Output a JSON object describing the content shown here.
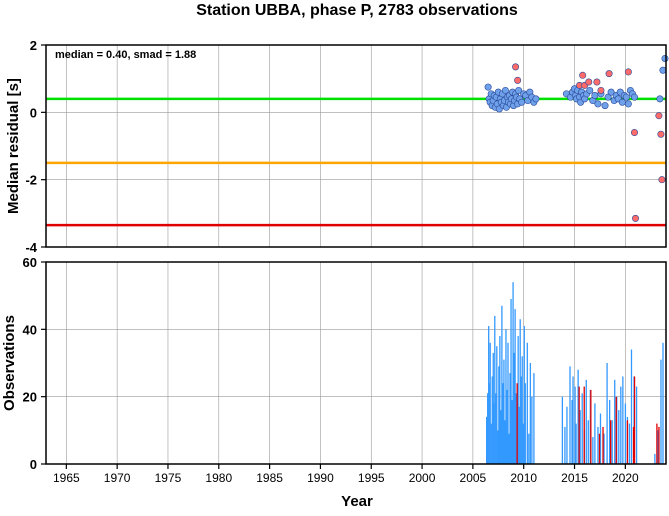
{
  "title": "Station UBBA, phase P, 2783 observations",
  "colors": {
    "median_line": "#00e000",
    "warn_line": "#ffa500",
    "alert_line": "#e00000",
    "point_normal": "#6fa0ea",
    "point_outlier": "#ff6b6b",
    "bar_normal": "#3399ff",
    "bar_outlier": "#e00000",
    "grid": "#9a9a9a"
  },
  "chart_data": [
    {
      "type": "scatter",
      "ylabel": "Median residual [s]",
      "ylim": [
        -4,
        2
      ],
      "yticks": [
        -4,
        -2,
        0,
        2
      ],
      "xlim": [
        1963,
        2024
      ],
      "annotation": "median = 0.40, smad = 1.88",
      "hlines": [
        {
          "role": "median",
          "y": 0.4,
          "color": "#00e000"
        },
        {
          "role": "warning",
          "y": -1.5,
          "color": "#ffa500"
        },
        {
          "role": "alert",
          "y": -3.35,
          "color": "#e00000"
        }
      ],
      "series": [
        {
          "role": "normal",
          "points": [
            [
              2006.5,
              0.75
            ],
            [
              2006.6,
              0.4
            ],
            [
              2006.7,
              0.3
            ],
            [
              2006.8,
              0.55
            ],
            [
              2006.9,
              0.2
            ],
            [
              2007.0,
              0.35
            ],
            [
              2007.1,
              0.5
            ],
            [
              2007.2,
              0.15
            ],
            [
              2007.3,
              0.45
            ],
            [
              2007.4,
              0.25
            ],
            [
              2007.5,
              0.6
            ],
            [
              2007.6,
              0.1
            ],
            [
              2007.7,
              0.4
            ],
            [
              2007.8,
              0.3
            ],
            [
              2007.9,
              0.55
            ],
            [
              2008.0,
              0.2
            ],
            [
              2008.1,
              0.35
            ],
            [
              2008.2,
              0.65
            ],
            [
              2008.3,
              0.15
            ],
            [
              2008.4,
              0.45
            ],
            [
              2008.5,
              0.3
            ],
            [
              2008.6,
              0.5
            ],
            [
              2008.7,
              0.25
            ],
            [
              2008.8,
              0.4
            ],
            [
              2008.9,
              0.6
            ],
            [
              2009.0,
              0.2
            ],
            [
              2009.1,
              0.35
            ],
            [
              2009.2,
              0.55
            ],
            [
              2009.3,
              0.45
            ],
            [
              2009.4,
              0.25
            ],
            [
              2009.5,
              0.65
            ],
            [
              2009.6,
              0.4
            ],
            [
              2009.8,
              0.3
            ],
            [
              2010.0,
              0.55
            ],
            [
              2010.2,
              0.5
            ],
            [
              2010.4,
              0.35
            ],
            [
              2010.6,
              0.6
            ],
            [
              2010.8,
              0.45
            ],
            [
              2011.0,
              0.3
            ],
            [
              2011.2,
              0.4
            ],
            [
              2014.2,
              0.55
            ],
            [
              2014.6,
              0.45
            ],
            [
              2014.8,
              0.6
            ],
            [
              2015.0,
              0.7
            ],
            [
              2015.1,
              0.5
            ],
            [
              2015.2,
              0.4
            ],
            [
              2015.3,
              0.65
            ],
            [
              2015.5,
              0.45
            ],
            [
              2015.6,
              0.3
            ],
            [
              2015.7,
              0.6
            ],
            [
              2015.9,
              0.5
            ],
            [
              2016.0,
              0.4
            ],
            [
              2016.2,
              0.55
            ],
            [
              2016.5,
              0.65
            ],
            [
              2016.8,
              0.35
            ],
            [
              2017.0,
              0.5
            ],
            [
              2017.3,
              0.25
            ],
            [
              2017.6,
              0.55
            ],
            [
              2018.0,
              0.2
            ],
            [
              2018.3,
              0.45
            ],
            [
              2018.6,
              0.6
            ],
            [
              2018.9,
              0.35
            ],
            [
              2019.1,
              0.5
            ],
            [
              2019.3,
              0.4
            ],
            [
              2019.5,
              0.6
            ],
            [
              2019.7,
              0.3
            ],
            [
              2019.9,
              0.5
            ],
            [
              2020.1,
              0.45
            ],
            [
              2020.3,
              0.25
            ],
            [
              2020.5,
              0.65
            ],
            [
              2020.7,
              0.55
            ],
            [
              2020.9,
              0.45
            ],
            [
              2023.4,
              0.4
            ],
            [
              2023.7,
              1.25
            ],
            [
              2023.9,
              1.6
            ]
          ]
        },
        {
          "role": "outlier",
          "points": [
            [
              2009.2,
              1.35
            ],
            [
              2009.4,
              0.95
            ],
            [
              2015.8,
              1.1
            ],
            [
              2015.5,
              0.8
            ],
            [
              2016.0,
              0.8
            ],
            [
              2016.4,
              0.9
            ],
            [
              2017.2,
              0.9
            ],
            [
              2017.6,
              0.65
            ],
            [
              2018.4,
              1.15
            ],
            [
              2020.3,
              1.2
            ],
            [
              2020.9,
              -0.6
            ],
            [
              2021.0,
              -3.15
            ],
            [
              2023.3,
              -0.1
            ],
            [
              2023.5,
              -0.65
            ],
            [
              2023.6,
              -2.0
            ]
          ]
        }
      ]
    },
    {
      "type": "bar",
      "xlabel": "Year",
      "ylabel": "Observations",
      "ylim": [
        0,
        60
      ],
      "yticks": [
        0,
        20,
        40,
        60
      ],
      "xlim": [
        1963,
        2024
      ],
      "xticks": [
        1965,
        1970,
        1975,
        1980,
        1985,
        1990,
        1995,
        2000,
        2005,
        2010,
        2015,
        2020
      ],
      "series": [
        {
          "role": "normal",
          "bars": [
            [
              2006.35,
              14
            ],
            [
              2006.45,
              21
            ],
            [
              2006.55,
              41
            ],
            [
              2006.6,
              24
            ],
            [
              2006.7,
              36
            ],
            [
              2006.8,
              12
            ],
            [
              2006.9,
              26
            ],
            [
              2007.0,
              33
            ],
            [
              2007.05,
              18
            ],
            [
              2007.15,
              44
            ],
            [
              2007.25,
              21
            ],
            [
              2007.35,
              35
            ],
            [
              2007.45,
              10
            ],
            [
              2007.55,
              29
            ],
            [
              2007.65,
              38
            ],
            [
              2007.75,
              16
            ],
            [
              2007.85,
              47
            ],
            [
              2007.95,
              24
            ],
            [
              2008.05,
              31
            ],
            [
              2008.15,
              13
            ],
            [
              2008.25,
              40
            ],
            [
              2008.35,
              22
            ],
            [
              2008.45,
              36
            ],
            [
              2008.55,
              9
            ],
            [
              2008.65,
              27
            ],
            [
              2008.75,
              49
            ],
            [
              2008.85,
              19
            ],
            [
              2008.95,
              54
            ],
            [
              2009.05,
              33
            ],
            [
              2009.15,
              46
            ],
            [
              2009.25,
              21
            ],
            [
              2009.45,
              38
            ],
            [
              2009.55,
              17
            ],
            [
              2009.65,
              43
            ],
            [
              2009.75,
              26
            ],
            [
              2009.85,
              32
            ],
            [
              2009.95,
              12
            ],
            [
              2010.05,
              41
            ],
            [
              2010.15,
              24
            ],
            [
              2010.35,
              36
            ],
            [
              2010.5,
              9
            ],
            [
              2010.65,
              30
            ],
            [
              2010.8,
              20
            ],
            [
              2011.0,
              27
            ],
            [
              2013.8,
              20
            ],
            [
              2014.05,
              11
            ],
            [
              2014.25,
              17
            ],
            [
              2014.55,
              29
            ],
            [
              2014.75,
              19
            ],
            [
              2014.85,
              26
            ],
            [
              2015.05,
              23
            ],
            [
              2015.15,
              12
            ],
            [
              2015.35,
              28
            ],
            [
              2015.55,
              16
            ],
            [
              2015.75,
              21
            ],
            [
              2015.95,
              10
            ],
            [
              2016.15,
              25
            ],
            [
              2016.35,
              13
            ],
            [
              2016.55,
              22
            ],
            [
              2016.8,
              8
            ],
            [
              2017.0,
              18
            ],
            [
              2017.3,
              11
            ],
            [
              2017.55,
              15
            ],
            [
              2017.9,
              9
            ],
            [
              2018.2,
              30
            ],
            [
              2018.45,
              19
            ],
            [
              2018.7,
              13
            ],
            [
              2018.95,
              25
            ],
            [
              2019.15,
              20
            ],
            [
              2019.35,
              16
            ],
            [
              2019.55,
              23
            ],
            [
              2019.75,
              26
            ],
            [
              2020.0,
              18
            ],
            [
              2020.2,
              14
            ],
            [
              2020.4,
              12
            ],
            [
              2020.6,
              34
            ],
            [
              2020.85,
              26
            ],
            [
              2021.1,
              23
            ],
            [
              2022.9,
              3
            ],
            [
              2023.2,
              10
            ],
            [
              2023.5,
              31
            ],
            [
              2023.7,
              36
            ]
          ]
        },
        {
          "role": "outlier",
          "bars": [
            [
              2009.35,
              24
            ],
            [
              2015.45,
              23
            ],
            [
              2015.95,
              23
            ],
            [
              2016.6,
              22
            ],
            [
              2017.45,
              9
            ],
            [
              2017.8,
              11
            ],
            [
              2018.55,
              13
            ],
            [
              2019.1,
              20
            ],
            [
              2020.2,
              13
            ],
            [
              2020.8,
              11
            ],
            [
              2020.9,
              26
            ],
            [
              2023.1,
              12
            ],
            [
              2023.3,
              11
            ]
          ]
        }
      ]
    }
  ]
}
